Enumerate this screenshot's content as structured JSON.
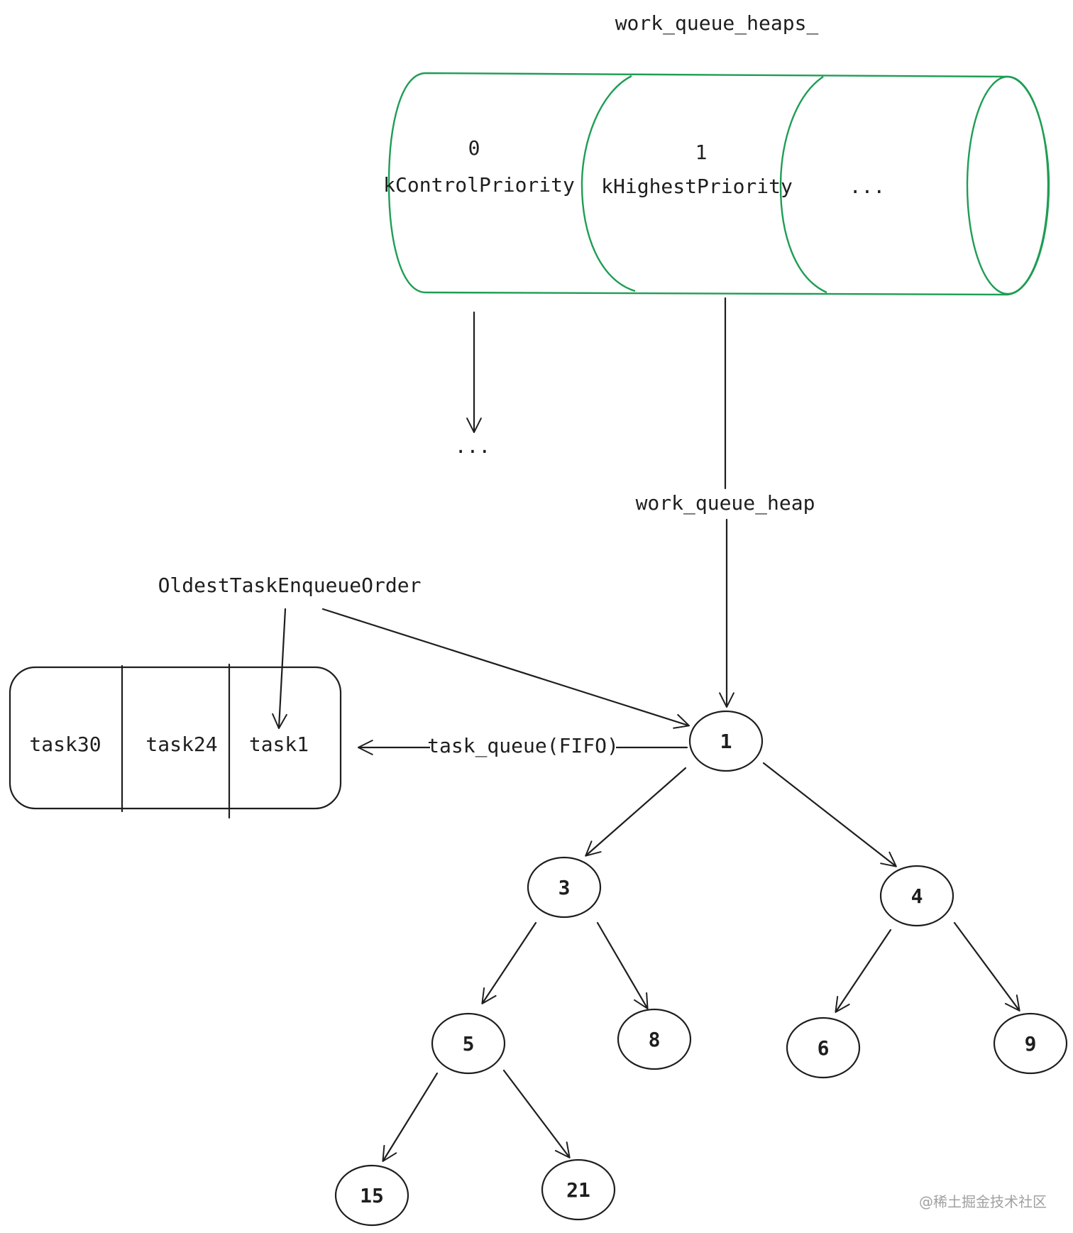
{
  "title": "work_queue_heaps_",
  "heaps": [
    {
      "index": "0",
      "name": "kControlPriority"
    },
    {
      "index": "1",
      "name": "kHighestPriority"
    },
    {
      "index": "",
      "name": "..."
    }
  ],
  "below_heap0": "...",
  "heap_link_label": "work_queue_heap",
  "oldest_label": "OldestTaskEnqueueOrder",
  "task_queue_label": "task_queue(FIFO)",
  "tasks": [
    "task30",
    "task24",
    "task1"
  ],
  "tree": {
    "root": "1",
    "level1": [
      "3",
      "4"
    ],
    "level2": [
      "5",
      "8",
      "6",
      "9"
    ],
    "level3": [
      "15",
      "21"
    ]
  },
  "watermark": "@稀土掘金技术社区",
  "colors": {
    "heap_fill": "#3fb868",
    "heap_stroke": "#1f9d55",
    "ink": "#1e1e1e"
  }
}
